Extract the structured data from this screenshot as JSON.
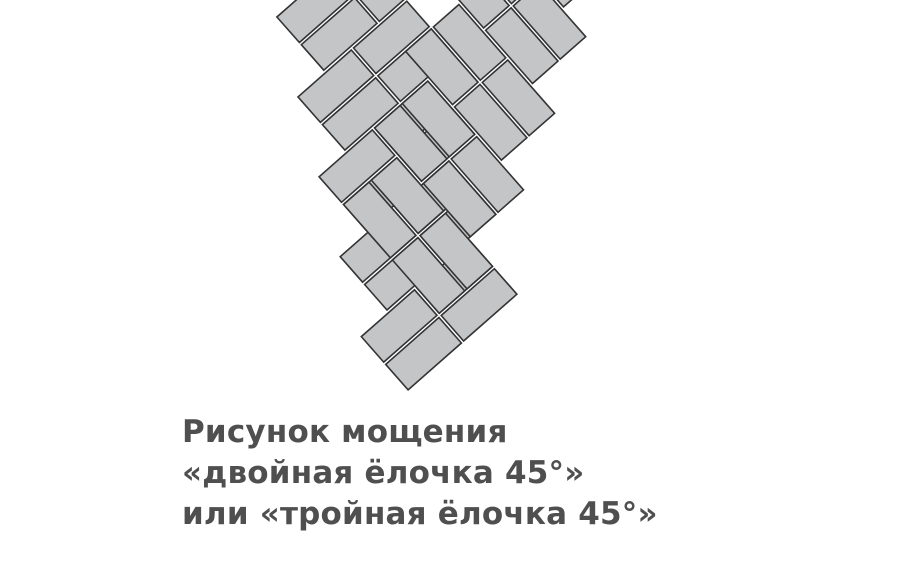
{
  "figure": {
    "caption_lines": [
      "Рисунок мощения",
      "«двойная ёлочка 45°»",
      "или «тройная ёлочка 45°»"
    ],
    "pattern": "double herringbone 45°",
    "tile_fill": "#c4c5c7",
    "tile_stroke": "#333333",
    "text_color": "#4f4f4f"
  }
}
